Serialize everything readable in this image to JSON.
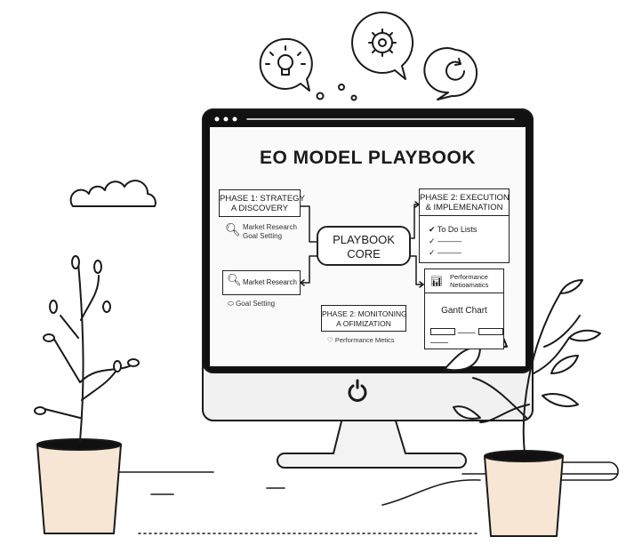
{
  "title": "EO MODEL PLAYBOOK",
  "core": {
    "line1": "PLAYBOOK",
    "line2": "CORE"
  },
  "phase1": {
    "title_line1": "PHASE 1: STRATEGY",
    "title_line2": "A DISCOVERY",
    "items": [
      "Market Research",
      "Goal Setting"
    ]
  },
  "phase1b": {
    "item1": "Market Research",
    "item2": "Goal Setting"
  },
  "phase2_exec": {
    "title_line1": "PHASE 2: EXECUTION",
    "title_line2": "& IMPLEMENATION",
    "todo": "To Do Lists"
  },
  "performance": {
    "line1": "Performance",
    "line2": "Netioamatics"
  },
  "gantt": {
    "title": "Gantt Chart"
  },
  "phase2_mon": {
    "title_line1": "PHASE 2: MONITONING",
    "title_line2": "A OFIMIZATION",
    "metrics": "Performance Metics"
  },
  "colors": {
    "pot": "#f7e6d3",
    "stroke": "#1a1a1a",
    "screen_bg": "#fafafa"
  }
}
